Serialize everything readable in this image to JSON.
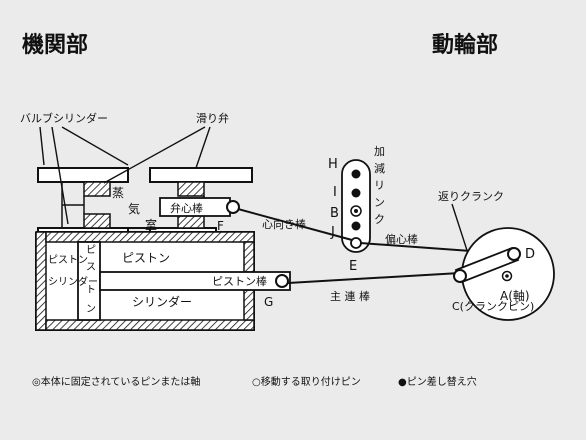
{
  "titles": {
    "engine": "機関部",
    "wheel": "動輪部"
  },
  "callouts": {
    "valve_cylinder": "バルブシリンダー",
    "slide_valve": "滑り弁",
    "return_crank": "返りクランク"
  },
  "labels": {
    "steam": "蒸",
    "air": "気",
    "chamber": "室",
    "valve_rod": "弁心棒",
    "piston_cyl_1": "ピストン",
    "piston_cyl_2": "シリンダー",
    "piston_v": [
      "ピ",
      "ス",
      "ト",
      "ン"
    ],
    "piston": "ピストン",
    "cylinder": "シリンダー",
    "piston_rod": "ピストン棒",
    "F": "F",
    "G": "G",
    "heart_rod": "心向き棒",
    "letters": [
      "H",
      "I",
      "B",
      "J",
      "E"
    ],
    "link_v": [
      "加",
      "減",
      "リ",
      "ン",
      "ク"
    ],
    "eccentric_rod": "偏心棒",
    "main_rod": "主 連 棒",
    "D": "D",
    "A": "A(軸)",
    "C": "C(クランクピン)"
  },
  "legend": [
    "◎本体に固定されているピンまたは軸",
    "○移動する取り付けピン",
    "●ピン差し替え穴"
  ]
}
